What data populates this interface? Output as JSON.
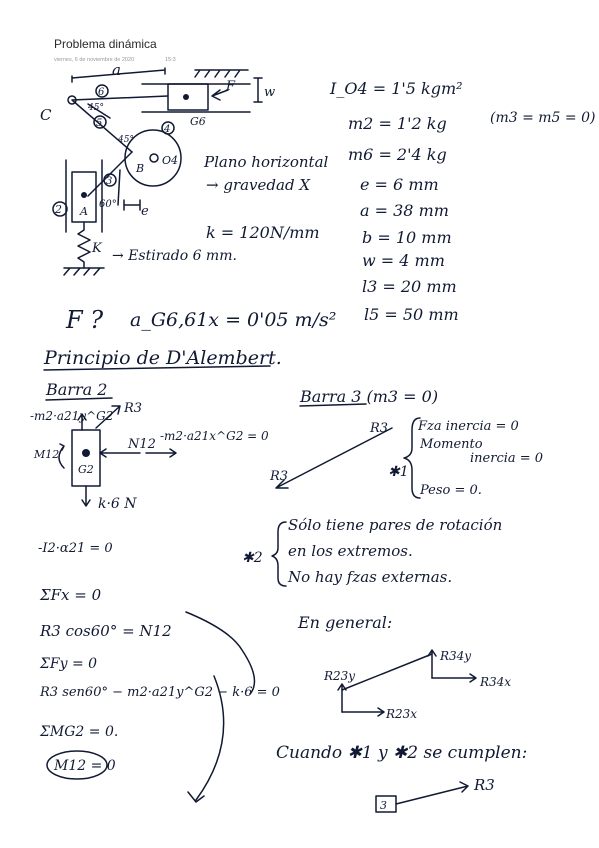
{
  "header": {
    "title": "Problema dinámica",
    "date": "viernes, 6 de noviembre de 2020",
    "time": "15:3"
  },
  "figure": {
    "dim_a": "a",
    "dim_w": "w",
    "force_f": "F",
    "label_c": "C",
    "link6": "6",
    "link5": "5",
    "link4": "4",
    "link3": "3",
    "link2": "2",
    "angle_45a": "45°",
    "angle_45b": "45°",
    "angle_60": "60°",
    "point_b": "B",
    "point_o4": "O4",
    "point_a": "A",
    "g6": "G6",
    "e_label": "e",
    "spring_k": "K",
    "stretched": "→ Estirado   6 mm.",
    "plane1": "Plano horizontal",
    "plane2": "→ gravedad X",
    "k_value": "k = 120N/mm"
  },
  "givens": [
    "I_O4 = 1'5 kgm²",
    "m2 = 1'2 kg",
    "(m3 = m5 = 0)",
    "m6 = 2'4 kg",
    "e = 6 mm",
    "a = 38 mm",
    "b = 10 mm",
    "w = 4 mm",
    "l3 = 20 mm",
    "l5 = 50 mm"
  ],
  "question": {
    "f": "F ?",
    "accel": "a_G6,61x = 0'05 m/s²"
  },
  "principle_title": "Principio de D'Alembert.",
  "bar2": {
    "title": "Barra 2",
    "inertia_y": "-m2·a21y^G2",
    "r3": "R3",
    "m12": "M12",
    "g2": "G2",
    "n12": "N12",
    "inertia_x": "-m2·a21x^G2 = 0",
    "spring": "k·6 N",
    "moment": "-I2·α21 = 0"
  },
  "bar3": {
    "title": "Barra 3   (m3 = 0)",
    "r3_upper": "R3",
    "r3_lower": "R3",
    "items": [
      "Fza inercia = 0",
      "Momento",
      "inercia = 0",
      "Peso = 0."
    ],
    "star1": "✱1"
  },
  "star2": {
    "mark": "✱2",
    "lines": [
      "Sólo tiene pares de rotación",
      "en los extremos.",
      "No hay fzas externas."
    ]
  },
  "equations": [
    "ΣFx = 0",
    "R3 cos60° = N12",
    "ΣFy = 0",
    "R3 sen60° − m2·a21y^G2 − k·6 = 0",
    "ΣMG2 = 0.",
    "M12 = 0"
  ],
  "general": {
    "title": "En general:",
    "r34y": "R34y",
    "r34x": "R34x",
    "r23y": "R23y",
    "r23x": "R23x"
  },
  "conclusion": {
    "text": "Cuando  ✱1  y  ✱2  se cumplen:",
    "badge": "3",
    "r3": "R3"
  }
}
